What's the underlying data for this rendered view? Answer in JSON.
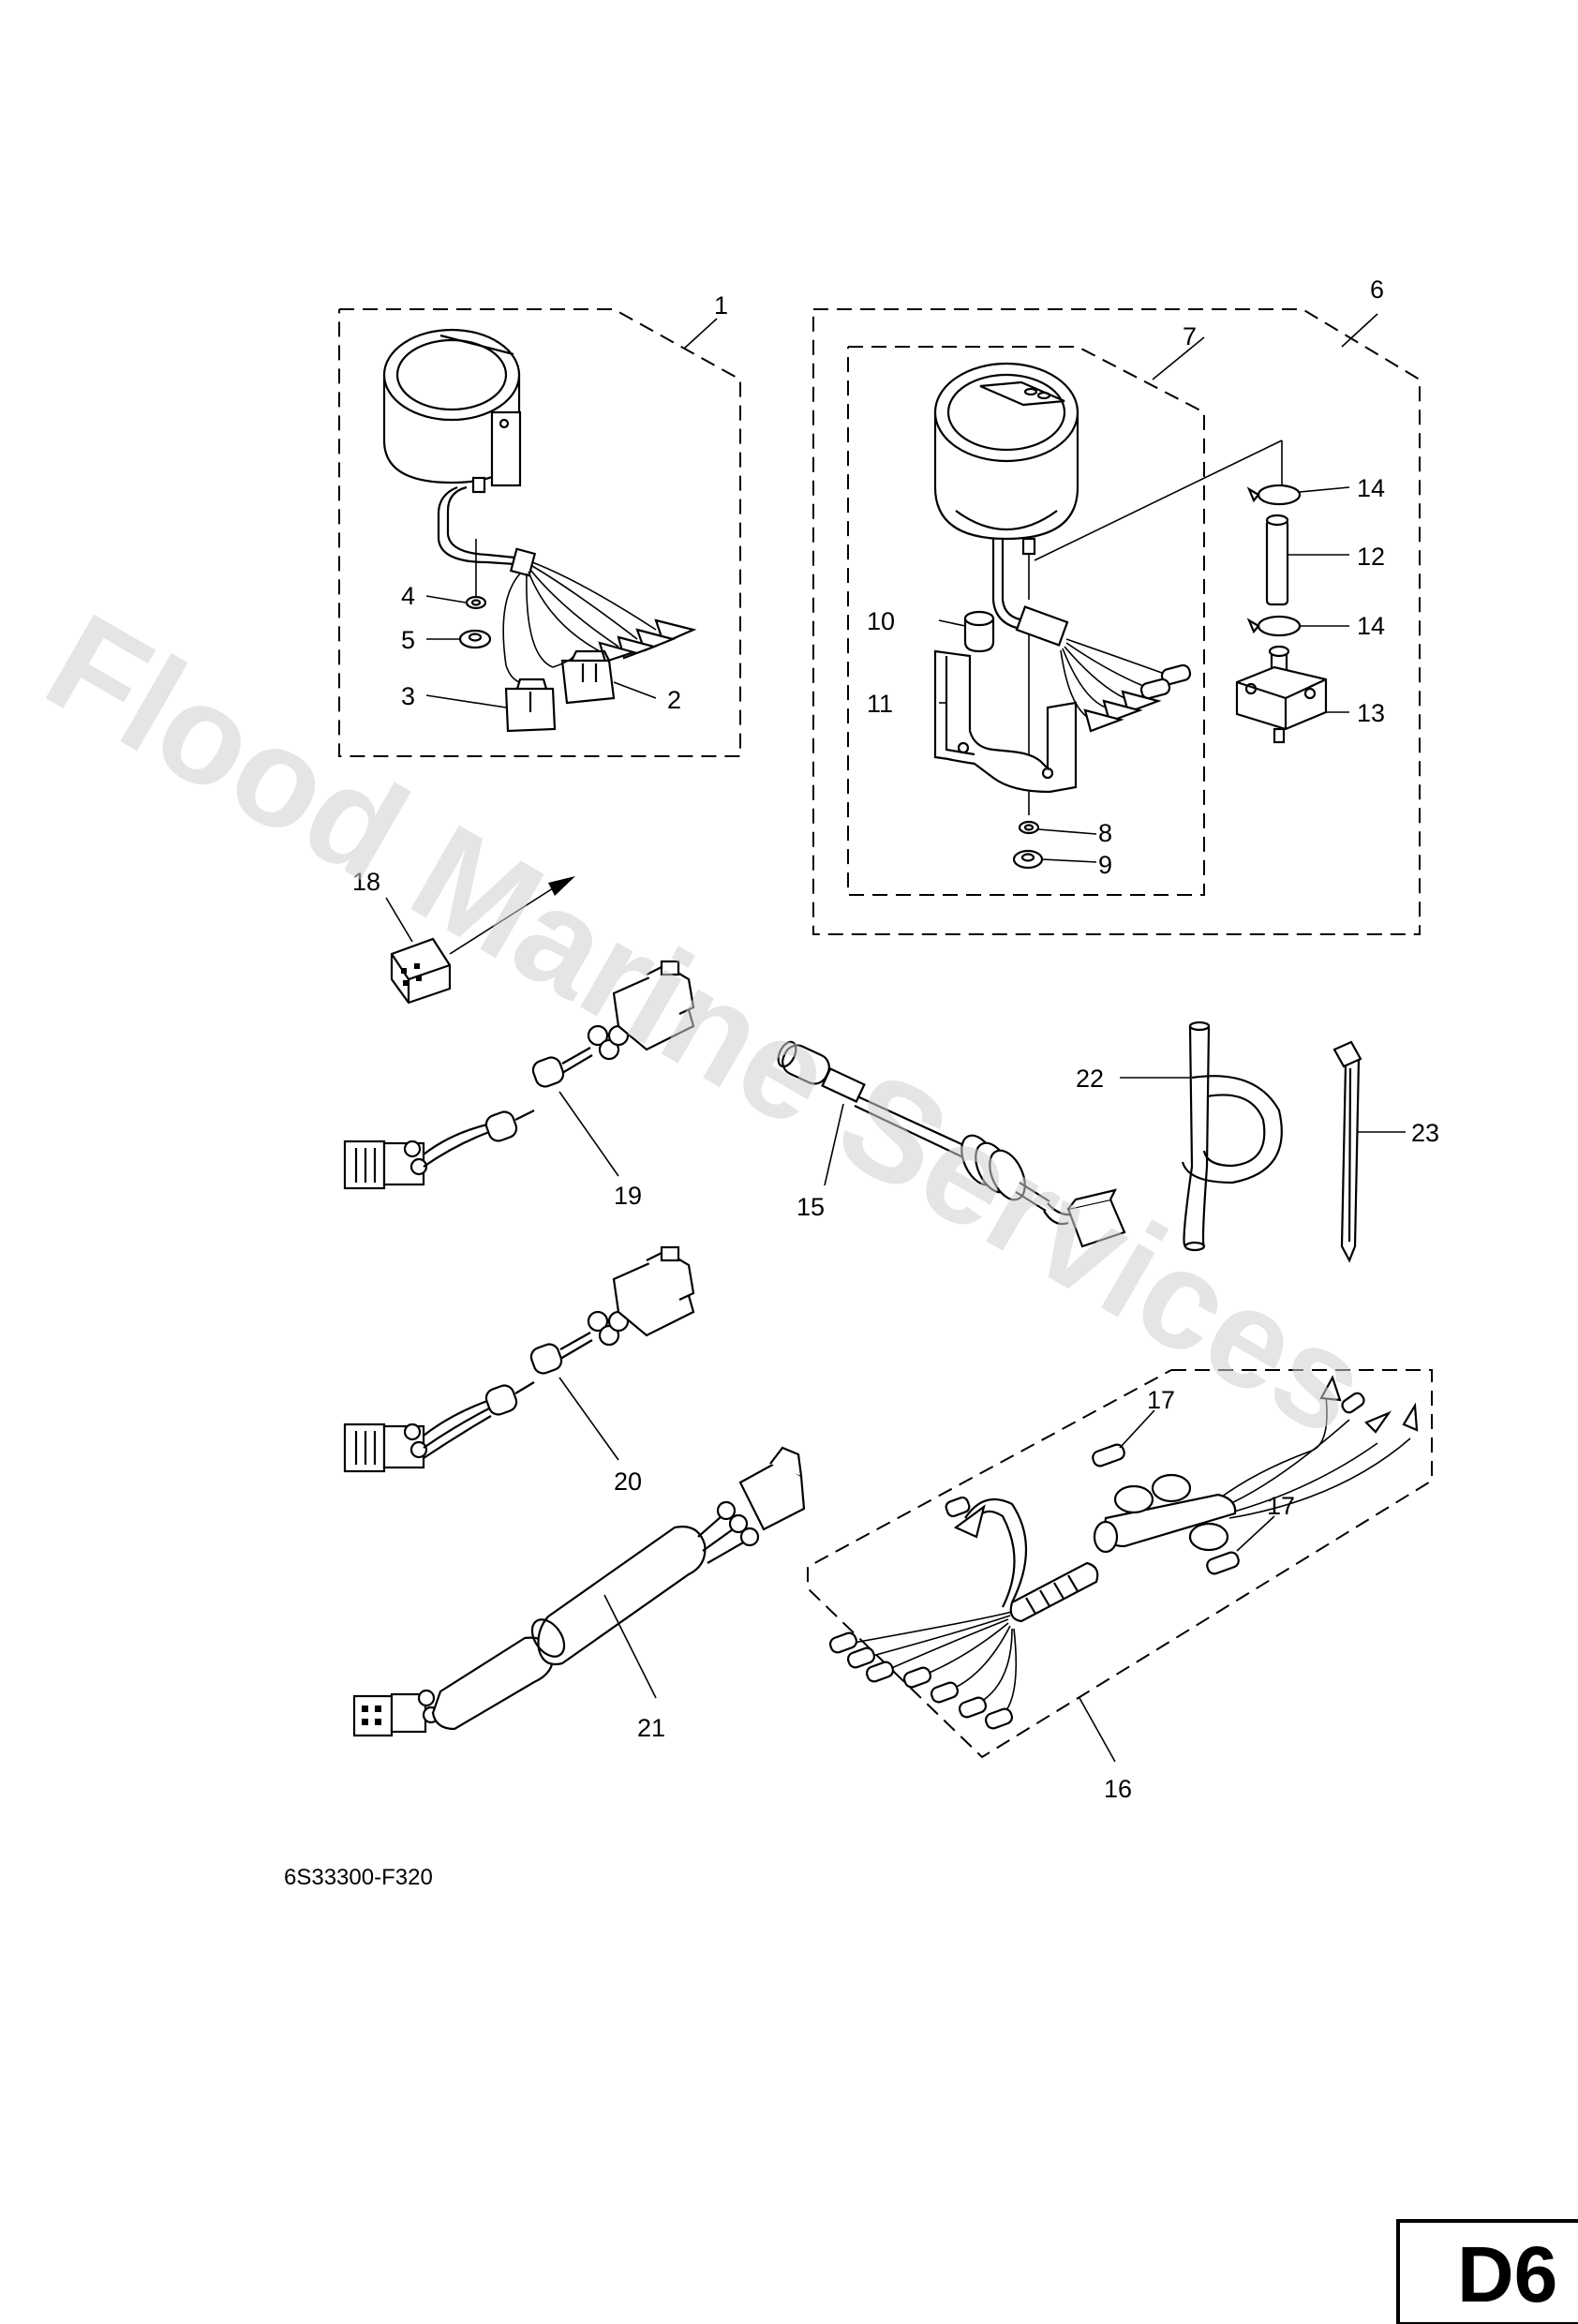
{
  "callouts": {
    "c1": "1",
    "c2": "2",
    "c3": "3",
    "c4": "4",
    "c5": "5",
    "c6": "6",
    "c7": "7",
    "c8": "8",
    "c9": "9",
    "c10": "10",
    "c11": "11",
    "c12": "12",
    "c13": "13",
    "c14a": "14",
    "c14b": "14",
    "c15": "15",
    "c16": "16",
    "c17a": "17",
    "c17b": "17",
    "c18": "18",
    "c19": "19",
    "c20": "20",
    "c21": "21",
    "c22": "22",
    "c23": "23"
  },
  "drawing_code": "6S33300-F320",
  "page_badge": "D6",
  "watermark": "Flood Marine Services"
}
